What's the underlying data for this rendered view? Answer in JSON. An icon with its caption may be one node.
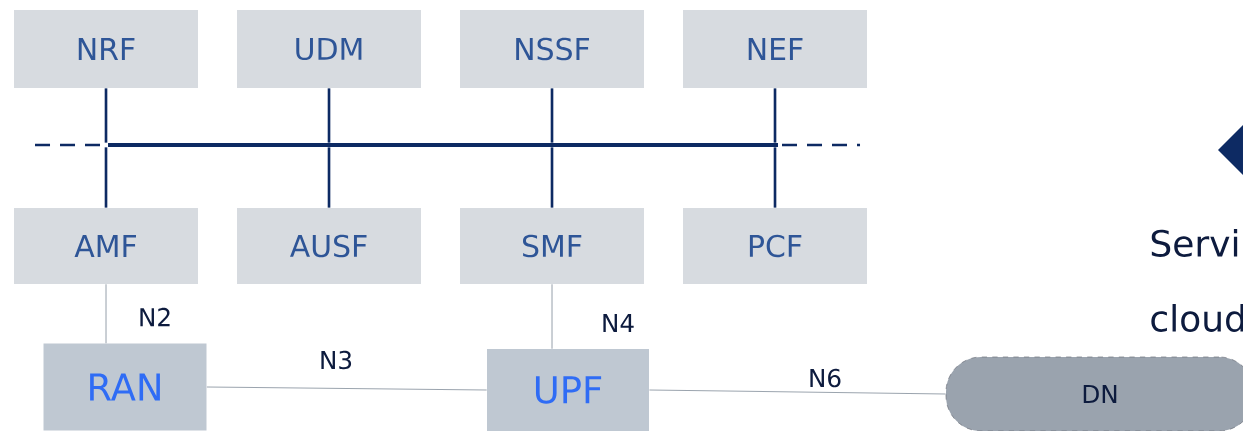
{
  "diagram": {
    "nodes": [
      {
        "text": [
          "NRF"
        ]
      },
      {
        "text": [
          "UDM"
        ]
      },
      {
        "text": [
          "NSSF"
        ]
      },
      {
        "text": [
          "NEF"
        ]
      },
      {
        "text": [
          "AMF"
        ]
      },
      {
        "text": [
          "AUSF"
        ]
      },
      {
        "text": [
          "SMF"
        ]
      },
      {
        "text": [
          "PCF"
        ]
      },
      {
        "text": [],
        "shape": "bar"
      },
      {
        "text": [
          "RAN"
        ]
      },
      {
        "text": [
          "UPF"
        ]
      },
      {
        "text": [
          "DN"
        ]
      }
    ],
    "edges": [
      {
        "from": 0,
        "to": 8,
        "arrow": "none"
      },
      {
        "from": 1,
        "to": 8,
        "arrow": "none"
      },
      {
        "from": 2,
        "to": 8,
        "arrow": "none"
      },
      {
        "from": 3,
        "to": 8,
        "arrow": "none"
      },
      {
        "from": 4,
        "to": 8,
        "arrow": "none"
      },
      {
        "from": 5,
        "to": 8,
        "arrow": "none"
      },
      {
        "from": 6,
        "to": 8,
        "arrow": "none"
      },
      {
        "from": 7,
        "to": 8,
        "arrow": "none"
      },
      {
        "from": 4,
        "to": 9,
        "arrow": "none",
        "label": "N2",
        "color": "#9ba4ae"
      },
      {
        "from": 9,
        "to": 10,
        "arrow": "none",
        "label": "N3",
        "color": "#9ba4ae"
      },
      {
        "from": 6,
        "to": 10,
        "arrow": "none",
        "label": "N4",
        "color": "#9ba4ae"
      },
      {
        "from": 10,
        "to": 11,
        "arrow": "none",
        "label": "N6",
        "color": "#9ba4ae"
      }
    ],
    "labels": [
      "Servi",
      "cloud"
    ]
  }
}
